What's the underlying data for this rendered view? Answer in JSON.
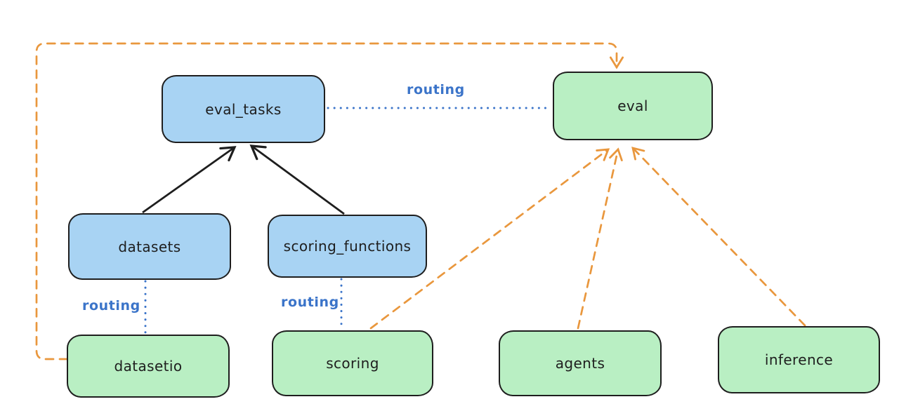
{
  "diagram": {
    "background": "#ffffff",
    "colors": {
      "api_node_fill": "#a8d3f3",
      "provider_node_fill": "#b9efc3",
      "node_border": "#1e1e1e",
      "solid_arrow": "#1e1e1e",
      "routing_dotted": "#3b74c9",
      "routing_label_text": "#3b74c9",
      "dashed_arrow": "#e9973d"
    },
    "nodes": {
      "eval_tasks": {
        "label": "eval_tasks",
        "fill": "#a8d3f3"
      },
      "eval": {
        "label": "eval",
        "fill": "#b9efc3"
      },
      "datasets": {
        "label": "datasets",
        "fill": "#a8d3f3"
      },
      "scoring_functions": {
        "label": "scoring_functions",
        "fill": "#a8d3f3"
      },
      "datasetio": {
        "label": "datasetio",
        "fill": "#b9efc3"
      },
      "scoring": {
        "label": "scoring",
        "fill": "#b9efc3"
      },
      "agents": {
        "label": "agents",
        "fill": "#b9efc3"
      },
      "inference": {
        "label": "inference",
        "fill": "#b9efc3"
      }
    },
    "edge_labels": {
      "eval_tasks_eval": "routing",
      "datasets_datasetio": "routing",
      "scoring_functions_scoring": "routing"
    },
    "edges": [
      {
        "from": "datasets",
        "to": "eval_tasks",
        "style": "solid-arrow",
        "color": "#1e1e1e"
      },
      {
        "from": "scoring_functions",
        "to": "eval_tasks",
        "style": "solid-arrow",
        "color": "#1e1e1e"
      },
      {
        "from": "eval_tasks",
        "to": "eval",
        "style": "dotted",
        "label": "routing",
        "color": "#3b74c9"
      },
      {
        "from": "datasets",
        "to": "datasetio",
        "style": "dotted",
        "label": "routing",
        "color": "#3b74c9"
      },
      {
        "from": "scoring_functions",
        "to": "scoring",
        "style": "dotted",
        "label": "routing",
        "color": "#3b74c9"
      },
      {
        "from": "datasetio",
        "to": "eval",
        "style": "dashed-arrow",
        "color": "#e9973d"
      },
      {
        "from": "scoring",
        "to": "eval",
        "style": "dashed-arrow",
        "color": "#e9973d"
      },
      {
        "from": "agents",
        "to": "eval",
        "style": "dashed-arrow",
        "color": "#e9973d"
      },
      {
        "from": "inference",
        "to": "eval",
        "style": "dashed-arrow",
        "color": "#e9973d"
      }
    ]
  }
}
